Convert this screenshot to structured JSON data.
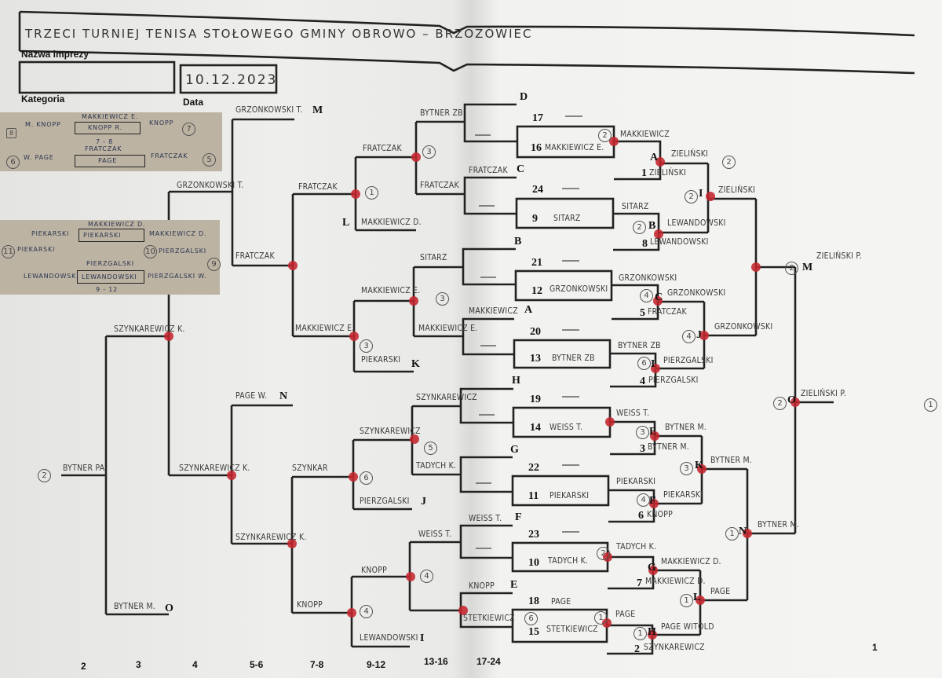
{
  "header": {
    "title": "TRZECI TURNIEJ TENISA STOŁOWEGO GMINY OBROWO – BRZOZÓWIEC",
    "event_name_label": "Nazwa imprezy",
    "category_label": "Kategoria",
    "date_label": "Data",
    "date": "10.12.2023"
  },
  "rounds": {
    "r2": "2",
    "r3": "3",
    "r4": "4",
    "r56": "5-6",
    "r78": "7-8",
    "r912": "9-12",
    "r1316": "13-16",
    "r1724": "17-24",
    "r1": "1"
  },
  "labels": {
    "n17": "17",
    "n16": "16",
    "n24": "24",
    "n9": "9",
    "n21": "21",
    "n12": "12",
    "n20": "20",
    "n13": "13",
    "n19": "19",
    "n14": "14",
    "n22": "22",
    "n11": "11",
    "n23": "23",
    "n10": "10",
    "n18": "18",
    "n15": "15",
    "n1": "1",
    "n8": "8",
    "n5": "5",
    "n4": "4",
    "n3": "3",
    "n6": "6",
    "n7": "7",
    "n2": "2",
    "LD": "D",
    "LC": "C",
    "LB": "B",
    "LA": "A",
    "LH": "H",
    "LG": "G",
    "LF": "F",
    "LE": "E",
    "RA": "A",
    "RB": "B",
    "RI": "I",
    "RC": "C",
    "RJ": "J",
    "RI2": "I",
    "RM": "M",
    "RE": "E",
    "RF": "F",
    "RK": "K",
    "RG": "G",
    "RH": "H",
    "RL": "L",
    "RN": "N",
    "RO": "O",
    "LM": "M",
    "LN": "N",
    "LL": "L",
    "LK": "K",
    "LJ": "J",
    "LI": "I",
    "LO": "O",
    "b1": "MAKKIEWICZ E.",
    "b2": "SITARZ",
    "b3": "GRZONKOWSKI",
    "b4": "BYTNER ZB",
    "b5": "WEISS T.",
    "b6": "PIEKARSKI",
    "b7": "TADYCH K.",
    "b8t": "PAGE",
    "b8": "STETKIEWICZ",
    "s1": "ZIELIŃSKI",
    "s8": "LEWANDOWSKI",
    "s5": "FRATCZAK",
    "s4": "PIERZGALSKI",
    "s3": "BYTNER M.",
    "s6": "KNOPP",
    "s7": "MAKKIEWICZ D.",
    "s2": "SZYNKAREWICZ",
    "w1": "MAKKIEWICZ",
    "wA": "ZIELIŃSKI",
    "w2": "SITARZ",
    "wB": "LEWANDOWSKI",
    "wI": "ZIELIŃSKI",
    "w3": "GRZONKOWSKI",
    "wC": "GRZONKOWSKI",
    "w4": "BYTNER ZB",
    "wD": "PIERZGALSKI",
    "wJ": "GRZONKOWSKI",
    "wM": "ZIELIŃSKI P.",
    "w5": "WEISS T.",
    "wE": "BYTNER M.",
    "w6": "PIEKARSKI",
    "wF": "PIEKARSKI",
    "wK": "BYTNER M.",
    "w7": "TADYCH K.",
    "wG": "MAKKIEWICZ D.",
    "w8": "PAGE",
    "wH": "PAGE WITOLD",
    "wL": "PAGE",
    "wN": "BYTNER M.",
    "wO": "ZIELIŃSKI P.",
    "xD": "BYTNER ZB",
    "xC1": "FRATCZAK",
    "xC": "FRATCZAK",
    "xB": "SITARZ",
    "xA1": "MAKKIEWICZ",
    "xA": "MAKKIEWICZ E.",
    "xH": "SZYNKAREWICZ",
    "xG": "TADYCH K.",
    "xF1": "WEISS T.",
    "xF": "WEISS T.",
    "xE1": "KNOPP",
    "xE": "STETKIEWICZ",
    "q1": "FRATCZAK",
    "q1b": "MAKKIEWICZ D.",
    "q2": "MAKKIEWICZ E.",
    "q2b": "PIEKARSKI",
    "q3": "SZYNKAREWICZ",
    "q3b": "PIERZGALSKI",
    "q4": "KNOPP",
    "q4b": "LEWANDOWSKI",
    "e1": "FRATCZAK",
    "e2": "MAKKIEWICZ E.",
    "e3": "SZYNKAR",
    "e4": "KNOPP",
    "f1": "GRZONKOWSKI T.",
    "f1b": "FRATCZAK",
    "f2": "PAGE W.",
    "f2b": "SZYNKAREWICZ K.",
    "g1": "GRZONKOWSKI T.",
    "g2": "SZYNKAREWICZ K.",
    "h1": "SZYNKAREWICZ K.",
    "h2": "BYTNER M.",
    "i1": "BYTNER PA"
  },
  "places": {
    "c_b1": "2",
    "c_A": "2",
    "c_B": "2",
    "c_I": "2",
    "c_C": "4",
    "c_J": "4",
    "c_D": "6",
    "c_M": "2",
    "c_E": "3",
    "c_K": "3",
    "c_F": "4",
    "c_b7": "2",
    "c_N": "1",
    "c_L": "1",
    "c_b8": "1",
    "c_H": "1",
    "c_O": "2",
    "c_final": "1",
    "c_q1": "1",
    "c_q1x": "3",
    "c_q2": "3",
    "c_xC": "3",
    "c_q3": "6",
    "c_xH": "5",
    "c_q4": "4",
    "c_xF": "4",
    "c_xE": "6",
    "c_i1": "2"
  },
  "inset_top": {
    "a": "M. KNOPP",
    "a_seed": "8",
    "b": "MAKKIEWICZ E.",
    "c": "KNOPP R.",
    "d": "KNOPP",
    "d_place": "7",
    "round": "7 - 8",
    "e": "W. PAGE",
    "e_seed": "6",
    "f": "FRATCZAK",
    "g": "PAGE",
    "h": "FRATCZAK",
    "h_place": "5"
  },
  "inset_bottom": {
    "a": "PIEKARSKI",
    "a_place": "11",
    "b": "PIEKARSKI",
    "c": "MAKKIEWICZ D.",
    "d": "PIEKARSKI",
    "e": "MAKKIEWICZ D.",
    "f": "PIERZGALSKI",
    "f_place": "9",
    "g": "LEWANDOWSKI",
    "h": "PIERZGALSKI",
    "i": "LEWANDOWSKI",
    "j": "PIERZGALSKI W.",
    "k_place": "10",
    "round": "9 - 12"
  },
  "colors": {
    "ink": "#222222",
    "marker": "#c4262c",
    "inset_bg": "#bdb3a3"
  }
}
